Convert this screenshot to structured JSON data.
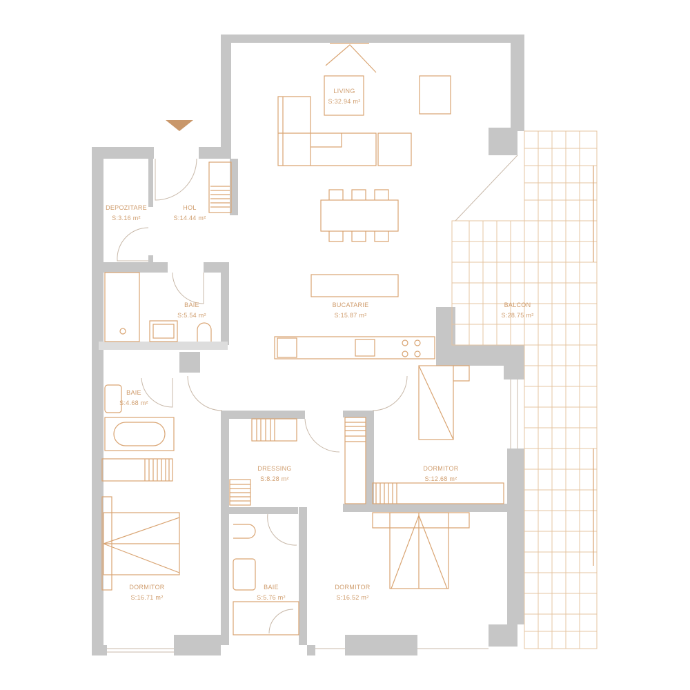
{
  "colors": {
    "wall": "#c6c6c6",
    "furniture": "#d9a472",
    "text": "#cf9c6c",
    "entrance_marker": "#c9976a"
  },
  "rooms": [
    {
      "name": "LIVING",
      "area": "S:32.94 m²"
    },
    {
      "name": "DEPOZITARE",
      "area": "S:3.16 m²"
    },
    {
      "name": "HOL",
      "area": "S:14.44 m²"
    },
    {
      "name": "BAIE",
      "area": "S:5.54 m²"
    },
    {
      "name": "BUCATARIE",
      "area": "S:15.87 m²"
    },
    {
      "name": "BALCON",
      "area": "S:28.75 m²"
    },
    {
      "name": "BAIE",
      "area": "S:4.68 m²"
    },
    {
      "name": "DRESSING",
      "area": "S:8.28 m²"
    },
    {
      "name": "DORMITOR",
      "area": "S:12.68 m²"
    },
    {
      "name": "DORMITOR",
      "area": "S:16.71 m²"
    },
    {
      "name": "BAIE",
      "area": "S:5.76 m²"
    },
    {
      "name": "DORMITOR",
      "area": "S:16.52 m²"
    }
  ]
}
